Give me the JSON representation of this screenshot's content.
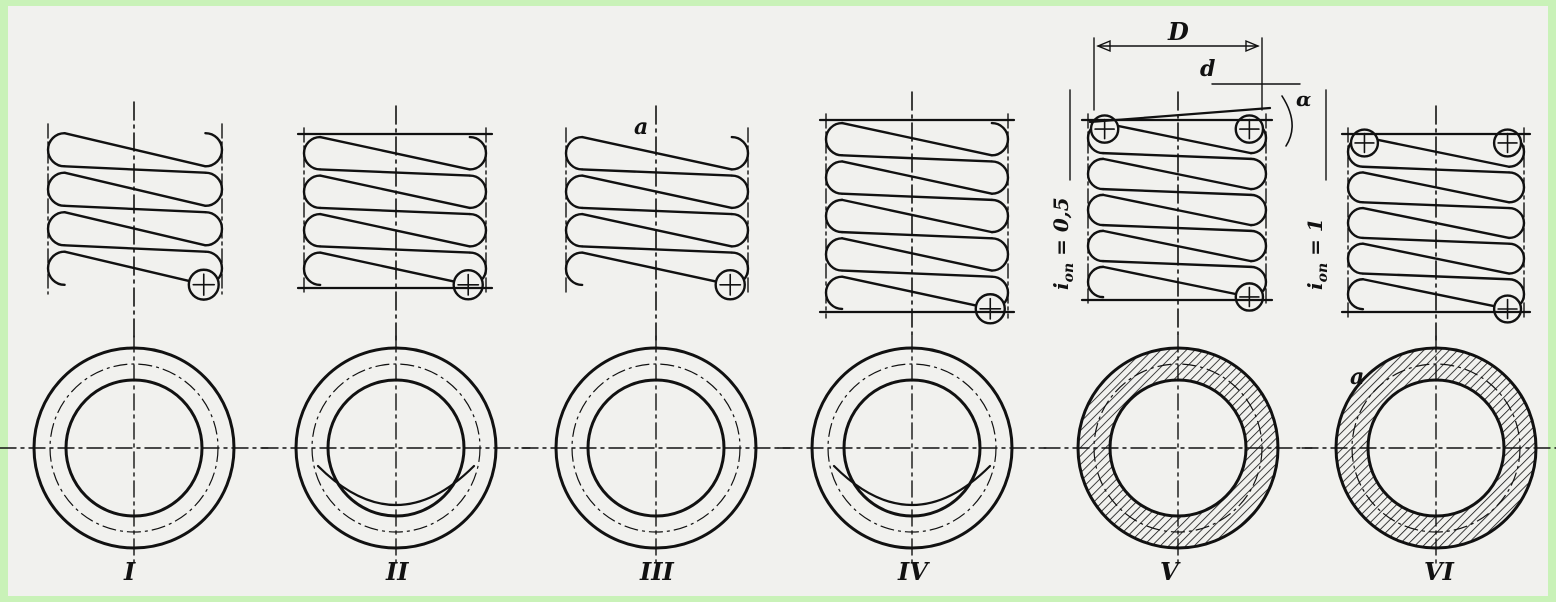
{
  "figures": [
    {
      "label": "I"
    },
    {
      "label": "II"
    },
    {
      "label": "III"
    },
    {
      "label": "IV"
    },
    {
      "label": "V"
    },
    {
      "label": "VI"
    }
  ],
  "annotations": {
    "wire_diameter": "d",
    "coil_diameter": "D",
    "angle": "α",
    "detail_marker": "a",
    "support_turns_fig5": "i",
    "support_turns_fig5_sub": "оп",
    "support_turns_fig5_val": " = 0,5",
    "support_turns_fig6": "i",
    "support_turns_fig6_sub": "оп",
    "support_turns_fig6_val": " = 1"
  },
  "colors": {
    "frame": "#c9f2b8",
    "paper": "#f1f1ee",
    "ink": "#111111"
  }
}
